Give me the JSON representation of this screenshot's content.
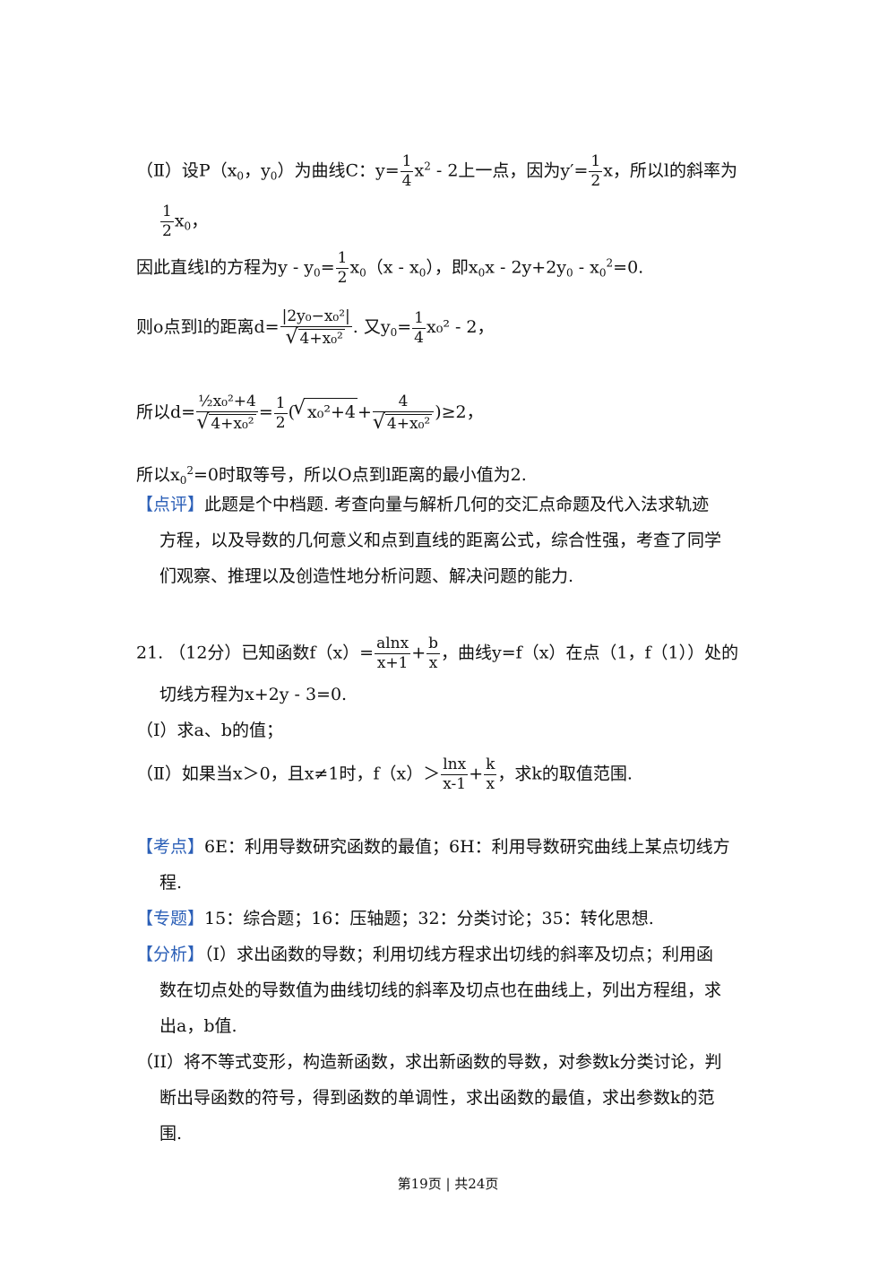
{
  "part2": {
    "line1_a": "（Ⅱ）设P（x",
    "line1_b": "，y",
    "line1_c": "）为曲线C：y=",
    "line1_d": "x",
    "line1_e": " - 2上一点，因为y′=",
    "line1_f": "x，所以l的斜率为",
    "line2_b": "x",
    "line2_c": "，",
    "line3_a": "因此直线l的方程为y - y",
    "line3_b": "=",
    "line3_c": "x",
    "line3_d": "（x - x",
    "line3_e": "），即x",
    "line3_f": "x - 2y+2y",
    "line3_g": " - x",
    "line3_h": "=0.",
    "line4_a": "则o点到l的距离d=",
    "line4_num": "|2y₀−x₀²|",
    "line4_den": "4+x₀²",
    "line4_b": ". 又y",
    "line4_c": "=",
    "line4_d": "x₀² - 2，",
    "line5_a": "所以d=",
    "line5_num": "½x₀²+4",
    "line5_den": "4+x₀²",
    "line5_b": "=",
    "line5_c": "(",
    "line5_d": "x₀²+4",
    "line5_e": "+",
    "line5_f": "4",
    "line5_g": "4+x₀²",
    "line5_h": ")≥2，",
    "line6_a": "所以x",
    "line6_b": "=0时取等号，所以O点到l距离的最小值为2."
  },
  "sub0": "0",
  "sup2": "2",
  "one": "1",
  "two": "2",
  "four": "4",
  "review": {
    "tag": "【点评】",
    "l1": "此题是个中档题. 考查向量与解析几何的交汇点命题及代入法求轨迹",
    "l2": "方程，以及导数的几何意义和点到直线的距离公式，综合性强，考查了同学",
    "l3": "们观察、推理以及创造性地分析问题、解决问题的能力."
  },
  "q21": {
    "l1_a": "21. （12分）已知函数f（x）=",
    "f1_num": "alnx",
    "f1_den": "x+1",
    "plus": "+",
    "f2_num": "b",
    "f2_den": "x",
    "l1_b": "，曲线y=f（x）在点（1，f（1））处的",
    "l2": "切线方程为x+2y - 3=0.",
    "l3": "（Ⅰ）求a、b的值；",
    "l4_a": "（Ⅱ）如果当x＞0，且x≠1时，f（x）＞",
    "g1_num": "lnx",
    "g1_den": "x-1",
    "g2_num": "k",
    "g2_den": "x",
    "l4_b": "，求k的取值范围."
  },
  "kaodian": {
    "tag": "【考点】",
    "l1": "6E：利用导数研究函数的最值；6H：利用导数研究曲线上某点切线方",
    "l2": "程."
  },
  "zhuanti": {
    "tag": "【专题】",
    "l1": "15：综合题；16：压轴题；32：分类讨论；35：转化思想."
  },
  "fenxi": {
    "tag": "【分析】",
    "l1": "（I）求出函数的导数；利用切线方程求出切线的斜率及切点；利用函",
    "l2": "数在切点处的导数值为曲线切线的斜率及切点也在曲线上，列出方程组，求",
    "l3": "出a，b值.",
    "l4": "（II）将不等式变形，构造新函数，求出新函数的导数，对参数k分类讨论，判",
    "l5": "断出导函数的符号，得到函数的单调性，求出函数的最值，求出参数k的范",
    "l6": "围."
  },
  "footer": "第19页 | 共24页"
}
